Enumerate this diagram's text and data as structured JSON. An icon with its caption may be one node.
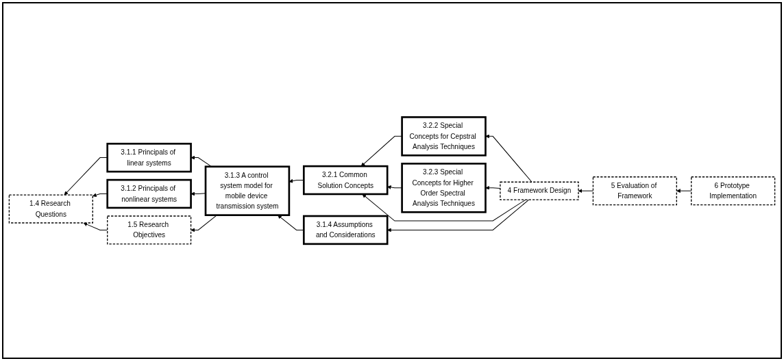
{
  "diagram": {
    "nodes": [
      {
        "text": [
          "1.4 Research Questions"
        ]
      },
      {
        "text": [
          "1.5 Research Objectives"
        ]
      },
      {
        "text": [
          "3.1.1 Principals of linear systems"
        ]
      },
      {
        "text": [
          "3.1.2 Principals of nonlinear systems"
        ]
      },
      {
        "text": [
          "3.1.3 A control system model for mobile device transmission system"
        ]
      },
      {
        "text": [
          "3.1.4 Assumptions and Considerations"
        ]
      },
      {
        "text": [
          "3.2.1 Common Solution Concepts"
        ]
      },
      {
        "text": [
          "3.2.2 Special Concepts for Cepstral Analysis Techniques"
        ]
      },
      {
        "text": [
          "3.2.3 Special Concepts for Higher Order Spectral Analysis Techniques"
        ]
      },
      {
        "text": [
          "4 Framework Design"
        ]
      },
      {
        "text": [
          "5 Evaluation of Framework"
        ]
      },
      {
        "text": [
          "6 Prototype Implementation"
        ]
      }
    ],
    "edges": [
      {
        "from": 2,
        "to": 0,
        "arrow": "to"
      },
      {
        "from": 3,
        "to": 0,
        "arrow": "to"
      },
      {
        "from": 1,
        "to": 0,
        "arrow": "to"
      },
      {
        "from": 4,
        "to": 1,
        "arrow": "to"
      },
      {
        "from": 4,
        "to": 3,
        "arrow": "to"
      },
      {
        "from": 4,
        "to": 2,
        "arrow": "to"
      },
      {
        "from": 6,
        "to": 4,
        "arrow": "to"
      },
      {
        "from": 7,
        "to": 6,
        "arrow": "to"
      },
      {
        "from": 8,
        "to": 6,
        "arrow": "to"
      },
      {
        "from": 9,
        "to": 6,
        "arrow": "to"
      },
      {
        "from": 9,
        "to": 7,
        "arrow": "to"
      },
      {
        "from": 9,
        "to": 8,
        "arrow": "to"
      },
      {
        "from": 10,
        "to": 9,
        "arrow": "to"
      },
      {
        "from": 11,
        "to": 10,
        "arrow": "to"
      },
      {
        "from": 9,
        "to": 5,
        "arrow": "to"
      },
      {
        "from": 5,
        "to": 4,
        "arrow": "to"
      }
    ]
  }
}
